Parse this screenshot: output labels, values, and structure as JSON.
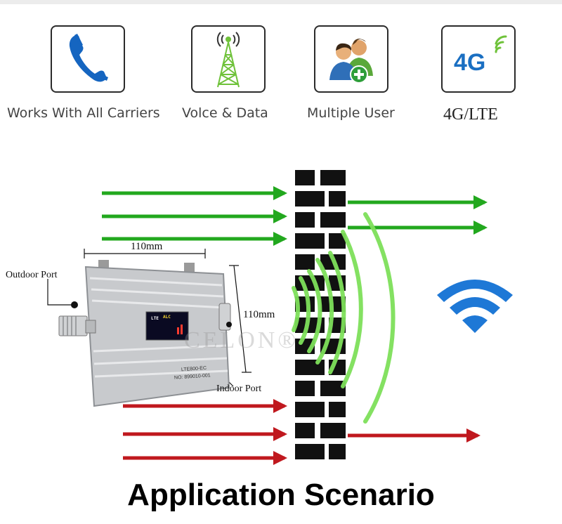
{
  "features": [
    {
      "label": "Works With All Carriers",
      "icon": "phone-icon"
    },
    {
      "label": "Volce & Data",
      "icon": "cell-tower-icon"
    },
    {
      "label": "Multiple User",
      "icon": "add-user-icon"
    },
    {
      "label": "4G/LTE",
      "icon": "4g-signal-icon",
      "icon_text": "4G"
    }
  ],
  "diagram": {
    "dimension_width": "110mm",
    "dimension_height": "110mm",
    "outdoor_port_label": "Outdoor Port",
    "indoor_port_label": "Indoor Port",
    "watermark": "CELON®",
    "device_model": "LTE800-EC",
    "device_serial": "NO: 899010-001",
    "screen_lte": "LTE",
    "screen_alc": "ALC"
  },
  "title": "Application Scenario",
  "colors": {
    "green_arrow": "#22a81e",
    "red_arrow": "#c0181e",
    "wave_green": "#7ee05a",
    "wifi_blue": "#1e78d6",
    "phone_blue": "#1565c0",
    "tower_green": "#6fc23a"
  }
}
